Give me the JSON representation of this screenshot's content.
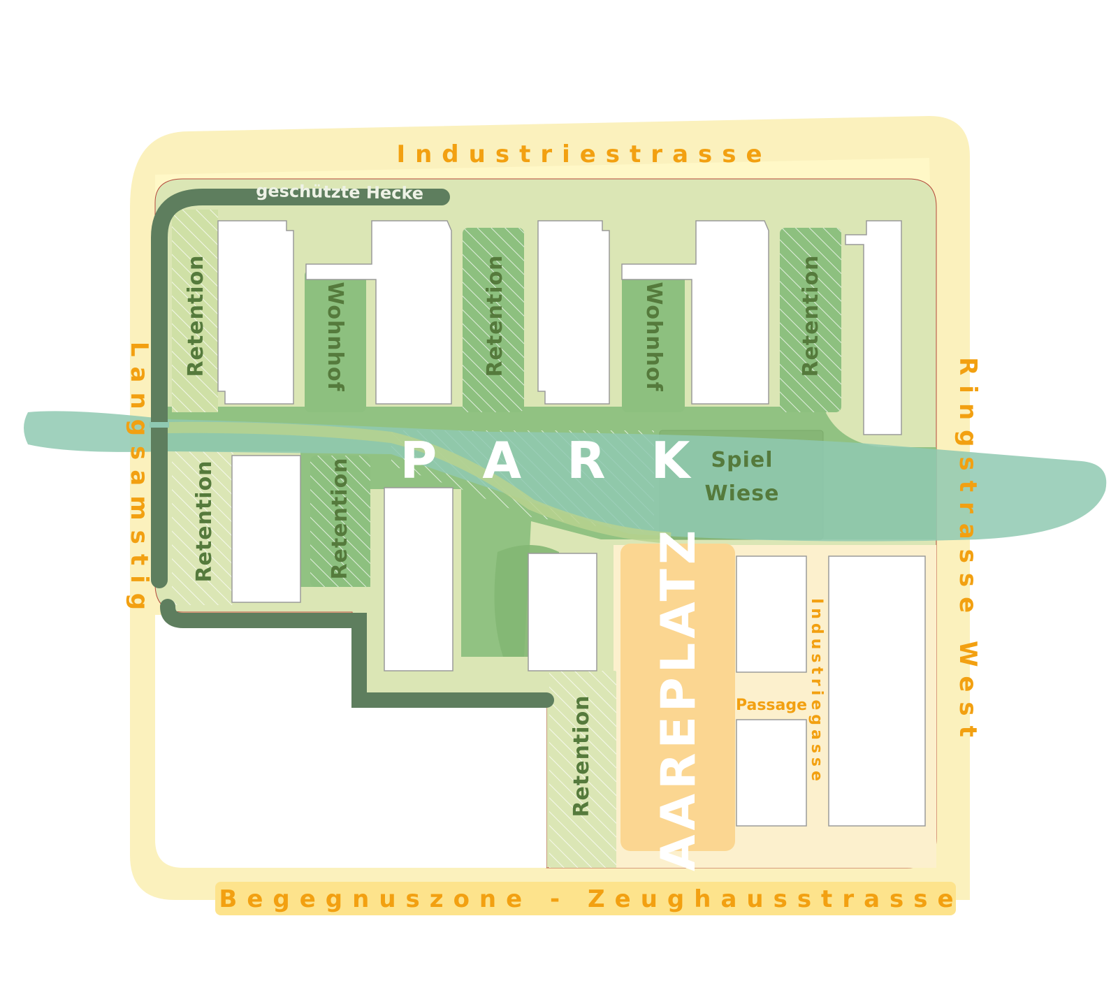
{
  "streets": {
    "north": "Industriestrasse",
    "west": "Langsamstig",
    "east": "Ringstrasse West",
    "south": "Begegnuszone - Zeughausstrasse"
  },
  "hedge_label": "geschützte Hecke",
  "park_label": "P A R K",
  "play_meadow": [
    "Spiel",
    "Wiese"
  ],
  "square_label": "AAREPLATZ",
  "passage_label": "Passage",
  "lane_label": "Industriegasse",
  "retention_label": "Retention",
  "courtyard_label": "Wohnhof",
  "colors": {
    "street_text": "#f2a011",
    "hedge": "#5e7e5e",
    "park": "#8dc07f",
    "river": "#8fc9b2",
    "square": "#fbd691",
    "zone_light": "#fbf1bd",
    "zone_green": "#dbe6b5"
  }
}
